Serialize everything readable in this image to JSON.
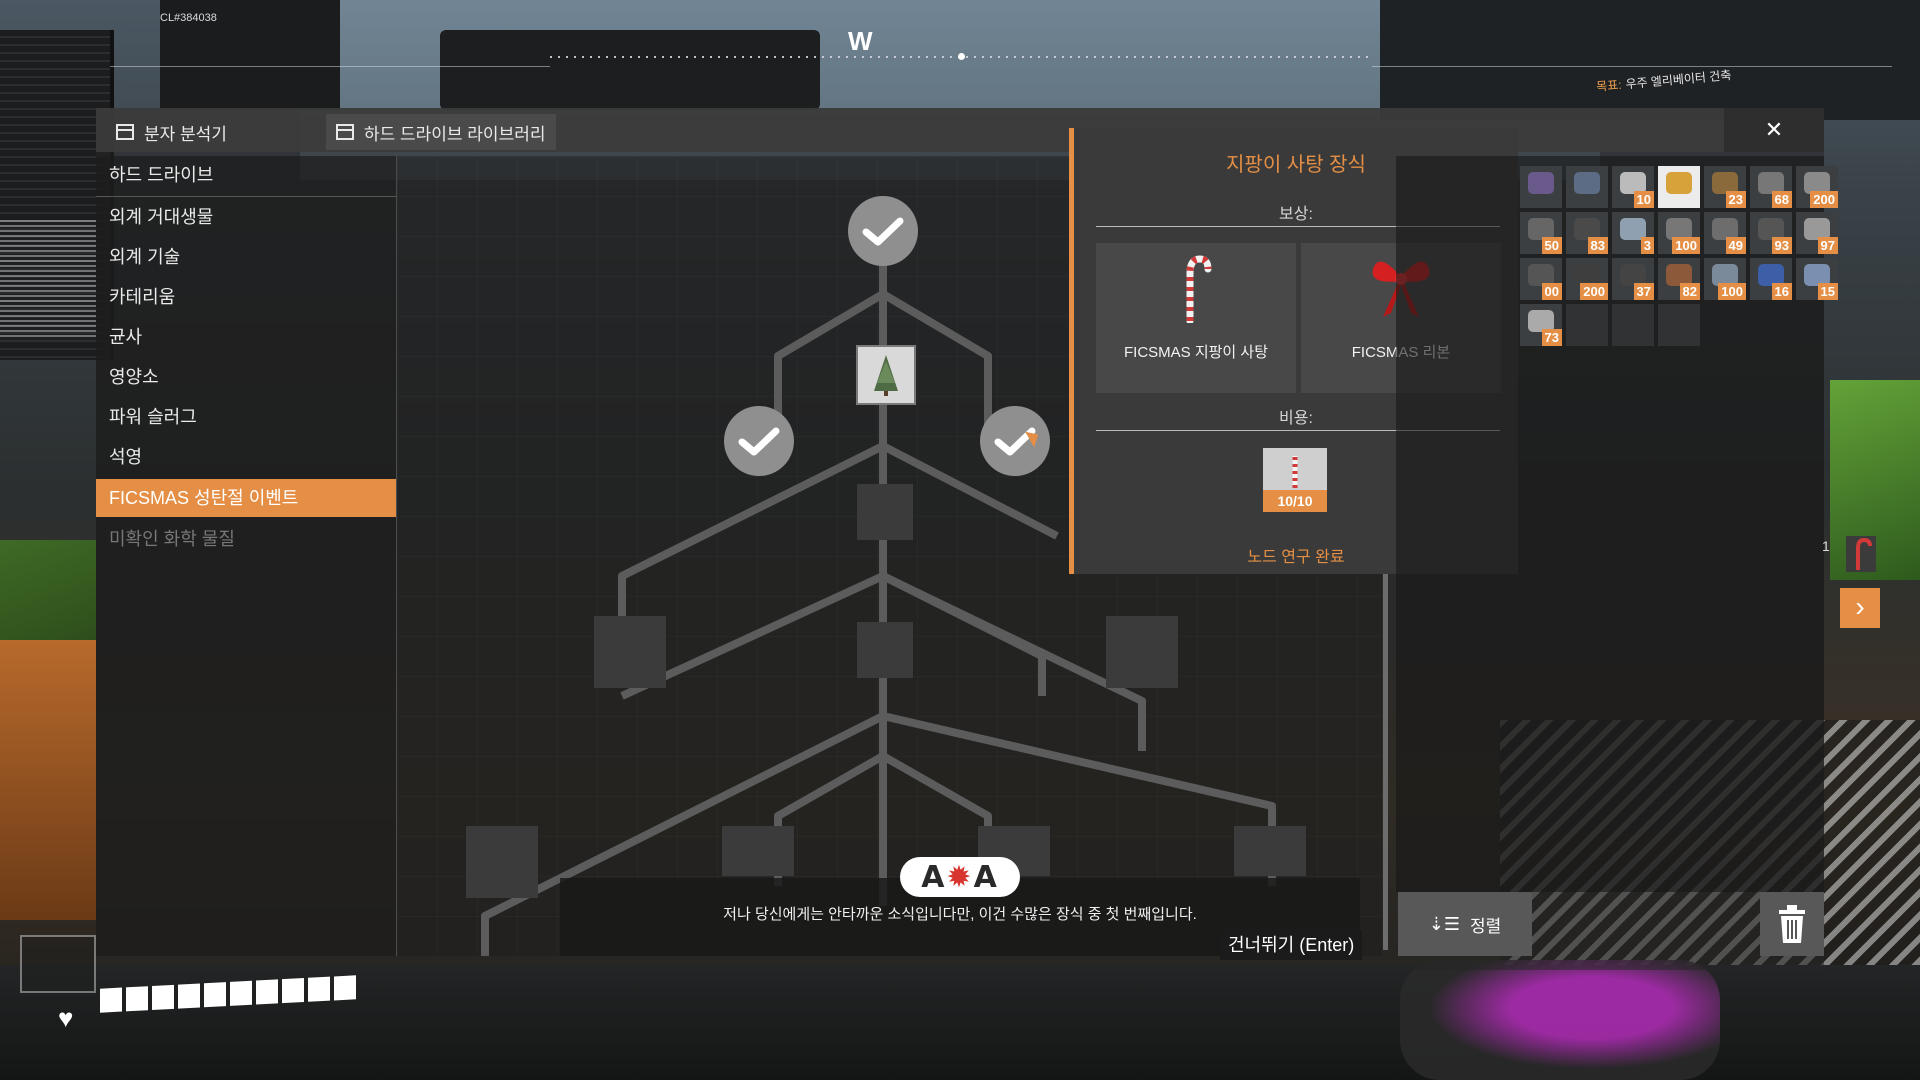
{
  "hud": {
    "build_id": "CL#384038",
    "compass_direction": "W",
    "goal_label": "목표:",
    "goal_text": "우주 엘리베이터 건축"
  },
  "window": {
    "tabs": [
      {
        "label": "분자 분석기",
        "active": false
      },
      {
        "label": "하드 드라이브 라이브러리",
        "active": true
      }
    ],
    "close_icon": "close-icon"
  },
  "sidebar": {
    "header": "하드 드라이브",
    "items": [
      {
        "label": "외계 거대생물",
        "state": "normal"
      },
      {
        "label": "외계 기술",
        "state": "normal"
      },
      {
        "label": "카테리움",
        "state": "normal"
      },
      {
        "label": "균사",
        "state": "normal"
      },
      {
        "label": "영양소",
        "state": "normal"
      },
      {
        "label": "파워 슬러그",
        "state": "normal"
      },
      {
        "label": "석영",
        "state": "normal"
      },
      {
        "label": "FICSMAS 성탄절 이벤트",
        "state": "active"
      },
      {
        "label": "미확인 화학 물질",
        "state": "disabled"
      }
    ]
  },
  "tree": {
    "nodes": [
      {
        "id": "root",
        "kind": "circle",
        "state": "completed"
      },
      {
        "id": "tree-decoration",
        "kind": "item",
        "icon": "christmas-tree-icon"
      },
      {
        "id": "left-branch",
        "kind": "circle",
        "state": "completed"
      },
      {
        "id": "right-branch",
        "kind": "circle",
        "state": "completed"
      }
    ]
  },
  "dialog": {
    "speaker": "ADA",
    "text": "저나 당신에게는 안타까운 소식입니다만, 이건 수많은 장식 중 첫 번째입니다.",
    "skip_hint": "건너뛰기 (Enter)"
  },
  "details": {
    "title": "지팡이 사탕 장식",
    "rewards_label": "보상:",
    "rewards": [
      {
        "name": "FICSMAS 지팡이 사탕",
        "icon": "candy-cane-icon"
      },
      {
        "name": "FICSMAS 리본",
        "icon": "red-bow-icon"
      }
    ],
    "cost_label": "비용:",
    "cost_item": {
      "icon": "candy-cane-item-icon",
      "count": "10/10"
    },
    "status": "노드 연구 완료"
  },
  "inventory": {
    "rows": [
      [
        {
          "count": "",
          "color": "#6a5a8c"
        },
        {
          "count": "",
          "color": "#5b6c84"
        },
        {
          "count": "10",
          "color": "#bbbbbb"
        },
        {
          "count": "",
          "color": "#d7a23a",
          "highlight": true
        },
        {
          "count": "23",
          "color": "#8a6a3a"
        },
        {
          "count": "68",
          "color": "#777777"
        },
        {
          "count": "200",
          "color": "#8a8a8a"
        }
      ],
      [
        {
          "count": "50",
          "color": "#666666"
        },
        {
          "count": "83",
          "color": "#4a4a4a"
        },
        {
          "count": "3",
          "color": "#8fa0b0"
        },
        {
          "count": "100",
          "color": "#777777"
        },
        {
          "count": "49",
          "color": "#6d6d6d"
        },
        {
          "count": "93",
          "color": "#555555"
        },
        {
          "count": "97",
          "color": "#999999"
        }
      ],
      [
        {
          "count": "00",
          "color": "#555555"
        },
        {
          "count": "200",
          "color": "#3e3e3e"
        },
        {
          "count": "37",
          "color": "#444444"
        },
        {
          "count": "82",
          "color": "#8c5a3a"
        },
        {
          "count": "100",
          "color": "#7a8a9a"
        },
        {
          "count": "16",
          "color": "#3d5fa8"
        },
        {
          "count": "15",
          "color": "#7b8fb0"
        }
      ],
      [
        {
          "count": "73",
          "color": "#aaaaaa"
        },
        {
          "count": "",
          "empty": true
        },
        {
          "count": "",
          "empty": true
        },
        {
          "count": "",
          "empty": true
        }
      ]
    ],
    "page_indicator": "1",
    "next_icon": "chevron-right-icon",
    "sort_label": "정렬",
    "trash_icon": "trash-icon"
  },
  "colors": {
    "accent": "#e48f45",
    "panel": "#3a3a3a"
  }
}
